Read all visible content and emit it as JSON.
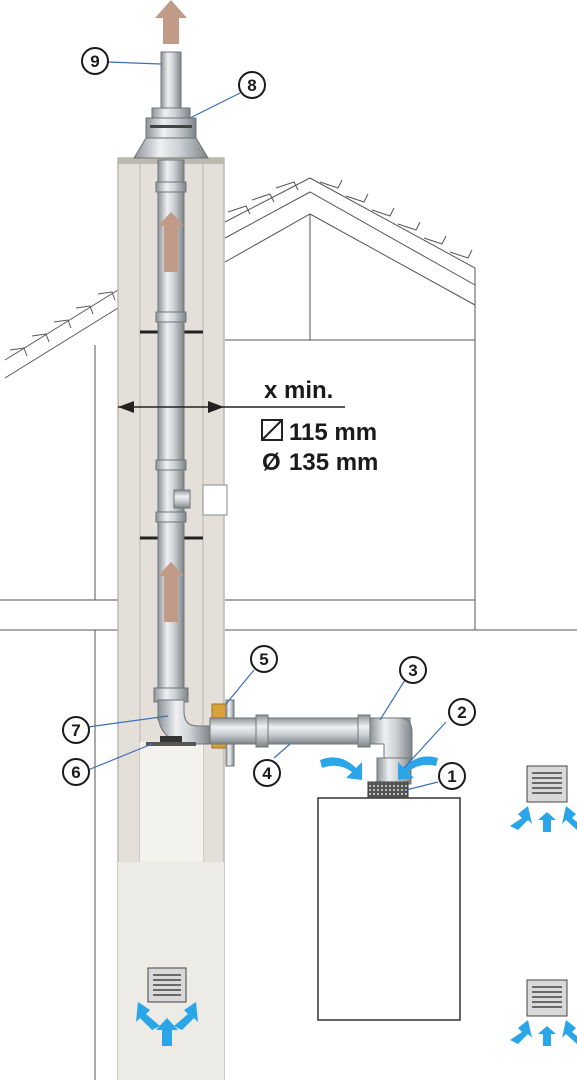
{
  "dimension": {
    "title": "x min.",
    "square_symbol": "▭",
    "square_value": "115 mm",
    "round_symbol": "Ø",
    "round_value": "135 mm"
  },
  "callouts": [
    {
      "id": "1",
      "label": "1"
    },
    {
      "id": "2",
      "label": "2"
    },
    {
      "id": "3",
      "label": "3"
    },
    {
      "id": "4",
      "label": "4"
    },
    {
      "id": "5",
      "label": "5"
    },
    {
      "id": "6",
      "label": "6"
    },
    {
      "id": "7",
      "label": "7"
    },
    {
      "id": "8",
      "label": "8"
    },
    {
      "id": "9",
      "label": "9"
    }
  ],
  "colors": {
    "chimney": "#e4e0d9",
    "chimney_edge": "#bdb8b0",
    "pipe": "#d3d6d9",
    "pipe_edge": "#6f7478",
    "flue_arrow": "#c29a88",
    "air_arrow": "#2aa6e8",
    "leader": "#3d6fb6",
    "outline": "#333333"
  },
  "icons": [
    "vent-grille-icon",
    "air-intake-arrow-icon",
    "flue-gas-arrow-icon"
  ]
}
